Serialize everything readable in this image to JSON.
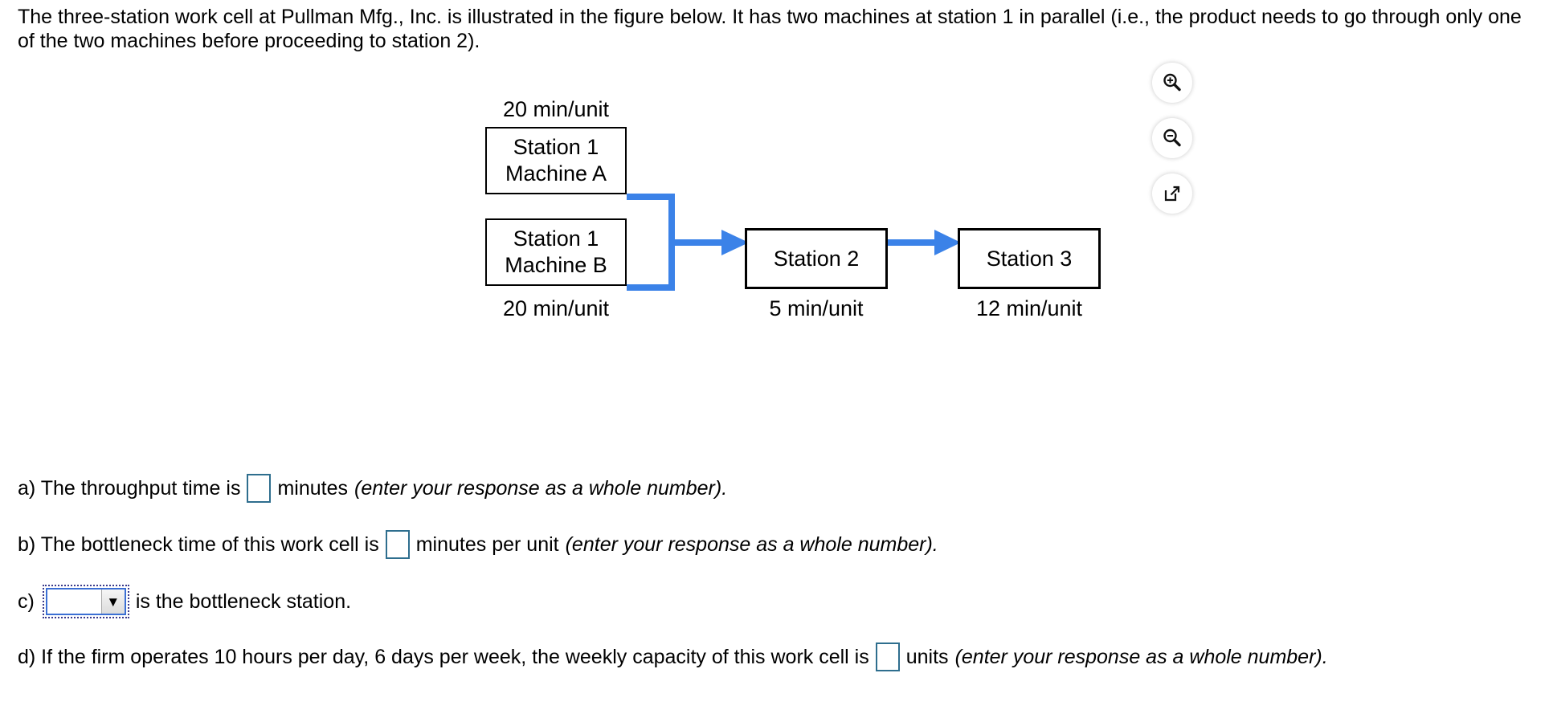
{
  "problem": {
    "statement": "The three-station work cell at Pullman Mfg., Inc. is illustrated in the figure below. It has two machines at station 1 in parallel (i.e., the product needs to go through only one of the two machines before proceeding to station 2)."
  },
  "figure_toolbar": {
    "zoom_in": "zoom-in-icon",
    "zoom_out": "zoom-out-icon",
    "open_new_window": "open-in-new-window-icon"
  },
  "figure": {
    "machine_a": {
      "line1": "Station 1",
      "line2": "Machine A",
      "time_label": "20 min/unit"
    },
    "machine_b": {
      "line1": "Station 1",
      "line2": "Machine B",
      "time_label": "20 min/unit"
    },
    "station2": {
      "label": "Station 2",
      "time_label": "5 min/unit"
    },
    "station3": {
      "label": "Station 3",
      "time_label": "12 min/unit"
    },
    "connector_color": "#3B82E8"
  },
  "answers": {
    "a": {
      "prefix": "a) The throughput time is",
      "value": "",
      "unit": "minutes",
      "hint": "(enter your response as a whole number)."
    },
    "b": {
      "prefix": "b) The bottleneck time of this work cell is",
      "value": "",
      "unit": "minutes per unit",
      "hint": "(enter your response as a whole number)."
    },
    "c": {
      "prefix": "c)",
      "selected": "",
      "arrow": "▼",
      "suffix": "is the bottleneck station."
    },
    "d": {
      "prefix": "d) If the firm operates 10 hours per day, 6 days per week, the weekly capacity of this work cell is",
      "value": "",
      "unit": "units",
      "hint": "(enter your response as a whole number)."
    }
  }
}
